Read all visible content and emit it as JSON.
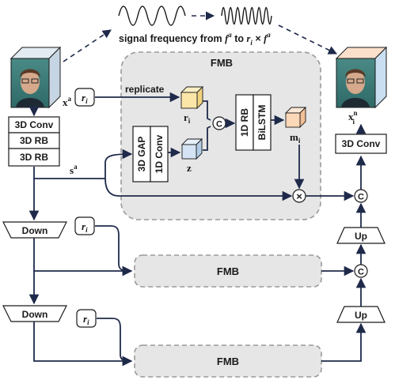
{
  "header": {
    "signal_caption_prefix": "signal frequency from ",
    "signal_caption_from": "f",
    "signal_caption_from_sup": "a",
    "signal_caption_to": " to ",
    "signal_caption_ri": "r",
    "signal_caption_ri_sub": "i",
    "signal_caption_times": " × ",
    "signal_caption_fa": "f",
    "signal_caption_fa_sup": "a"
  },
  "input": {
    "label": "x",
    "label_sup": "a"
  },
  "output": {
    "label": "x",
    "label_sub": "i",
    "label_sup": "n"
  },
  "encoder": {
    "conv": "3D Conv",
    "rb1": "3D RB",
    "rb2": "3D RB"
  },
  "skip_label": {
    "text": "s",
    "sup": "a"
  },
  "fmb_main": {
    "title": "FMB",
    "ri_tag": "r",
    "ri_tag_sub": "i",
    "replicate": "replicate",
    "ri_label": "r",
    "ri_label_sub": "i",
    "gap": "3D GAP",
    "conv1d": "1D Conv",
    "z_label": "z",
    "rb1d": "1D RB",
    "bilstm": "BiLSTM",
    "m_label": "m",
    "m_label_sub": "i",
    "concat_symbol": "C",
    "multiply_symbol": "×"
  },
  "levels": [
    {
      "down": "Down",
      "ri_tag": "r",
      "ri_tag_sub": "i",
      "fmb": "FMB",
      "up": "Up"
    },
    {
      "down": "Down",
      "ri_tag": "r",
      "ri_tag_sub": "i",
      "fmb": "FMB",
      "up": "Up"
    }
  ],
  "decoder": {
    "conv": "3D Conv",
    "concat_symbol": "C"
  },
  "colors": {
    "fmb_fill": "#e6e6e6",
    "wire": "#1f2a4a",
    "ri_cube": "#fbe6a8",
    "z_cube": "#d4e4f4",
    "m_cube": "#fbd8b8",
    "output_cube_front": "#fbd8c0",
    "output_cube_side": "#c9dff1",
    "input_cube": "#dde7f0"
  },
  "icons": [
    "face-video-cube",
    "sine-wave",
    "concat-circle",
    "multiply-circle"
  ]
}
